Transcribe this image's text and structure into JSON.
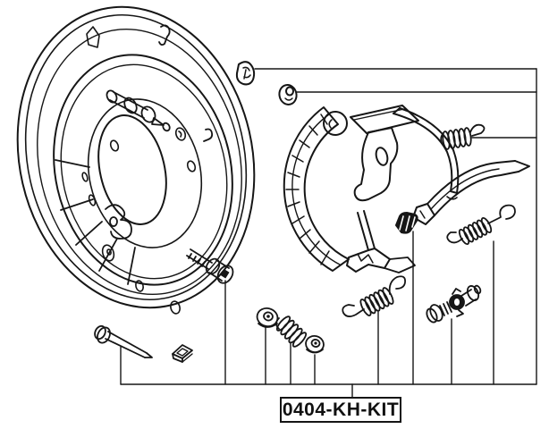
{
  "page": {
    "background_color": "#ffffff",
    "line_color": "#161616"
  },
  "label": {
    "text": "0404-KH-KIT"
  },
  "parts": [
    {
      "name": "brake-backing-plate",
      "description": "large round backing plate with hub hole, ribs and fittings"
    },
    {
      "name": "plug-cap",
      "description": "small rubber plug, leader to right bracket"
    },
    {
      "name": "grommet-washer",
      "description": "small grommet, leader to right bracket"
    },
    {
      "name": "hold-down-spring",
      "description": "small coil spring with tail, leader to right bracket"
    },
    {
      "name": "brake-shoe-assembly",
      "description": "parking brake shoe with lever and strut"
    },
    {
      "name": "adjuster-lever",
      "description": "curved adjuster lever, right side"
    },
    {
      "name": "cone-spring",
      "description": "short conical spring"
    },
    {
      "name": "extension-spring-long",
      "description": "long hooked extension spring"
    },
    {
      "name": "shoe-return-spring",
      "description": "hooked return spring"
    },
    {
      "name": "adjuster-assembly",
      "description": "star-wheel adjuster"
    },
    {
      "name": "shoe-hold-bolt",
      "description": "threaded bolt with cylindrical head"
    },
    {
      "name": "clevis-pin",
      "description": "long pin with round head"
    },
    {
      "name": "retainer-clip",
      "description": "small rectangular clip"
    },
    {
      "name": "spring-cup-washer-1",
      "description": "hold-down spring seat cup"
    },
    {
      "name": "hold-down-coil-spring",
      "description": "hold-down coil spring"
    },
    {
      "name": "spring-cup-washer-2",
      "description": "hold-down spring seat cup"
    }
  ]
}
